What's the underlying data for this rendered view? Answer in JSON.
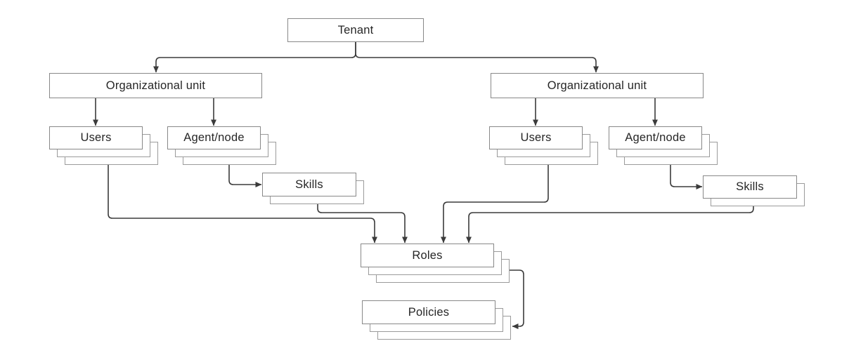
{
  "diagram": {
    "type": "hierarchy-block-diagram",
    "nodes": {
      "tenant": {
        "label": "Tenant",
        "stack": 1
      },
      "org_unit_left": {
        "label": "Organizational unit",
        "stack": 1
      },
      "org_unit_right": {
        "label": "Organizational unit",
        "stack": 1
      },
      "users_left": {
        "label": "Users",
        "stack": 3
      },
      "agent_node_left": {
        "label": "Agent/node",
        "stack": 3
      },
      "skills_left": {
        "label": "Skills",
        "stack": 2
      },
      "users_right": {
        "label": "Users",
        "stack": 3
      },
      "agent_node_right": {
        "label": "Agent/node",
        "stack": 3
      },
      "skills_right": {
        "label": "Skills",
        "stack": 2
      },
      "roles": {
        "label": "Roles",
        "stack": 3
      },
      "policies": {
        "label": "Policies",
        "stack": 3
      }
    },
    "edges": [
      {
        "from": "tenant",
        "to": "org_unit_left"
      },
      {
        "from": "tenant",
        "to": "org_unit_right"
      },
      {
        "from": "org_unit_left",
        "to": "users_left"
      },
      {
        "from": "org_unit_left",
        "to": "agent_node_left"
      },
      {
        "from": "agent_node_left",
        "to": "skills_left"
      },
      {
        "from": "org_unit_right",
        "to": "users_right"
      },
      {
        "from": "org_unit_right",
        "to": "agent_node_right"
      },
      {
        "from": "agent_node_right",
        "to": "skills_right"
      },
      {
        "from": "users_left",
        "to": "roles"
      },
      {
        "from": "skills_left",
        "to": "roles"
      },
      {
        "from": "users_right",
        "to": "roles"
      },
      {
        "from": "skills_right",
        "to": "roles"
      },
      {
        "from": "roles",
        "to": "policies"
      }
    ],
    "colors": {
      "background": "#ffffff",
      "box_fill": "#ffffff",
      "box_border": "#888888",
      "stack_border": "#9b9b9b",
      "connector": "#3b3b3b",
      "text": "#262626"
    }
  }
}
